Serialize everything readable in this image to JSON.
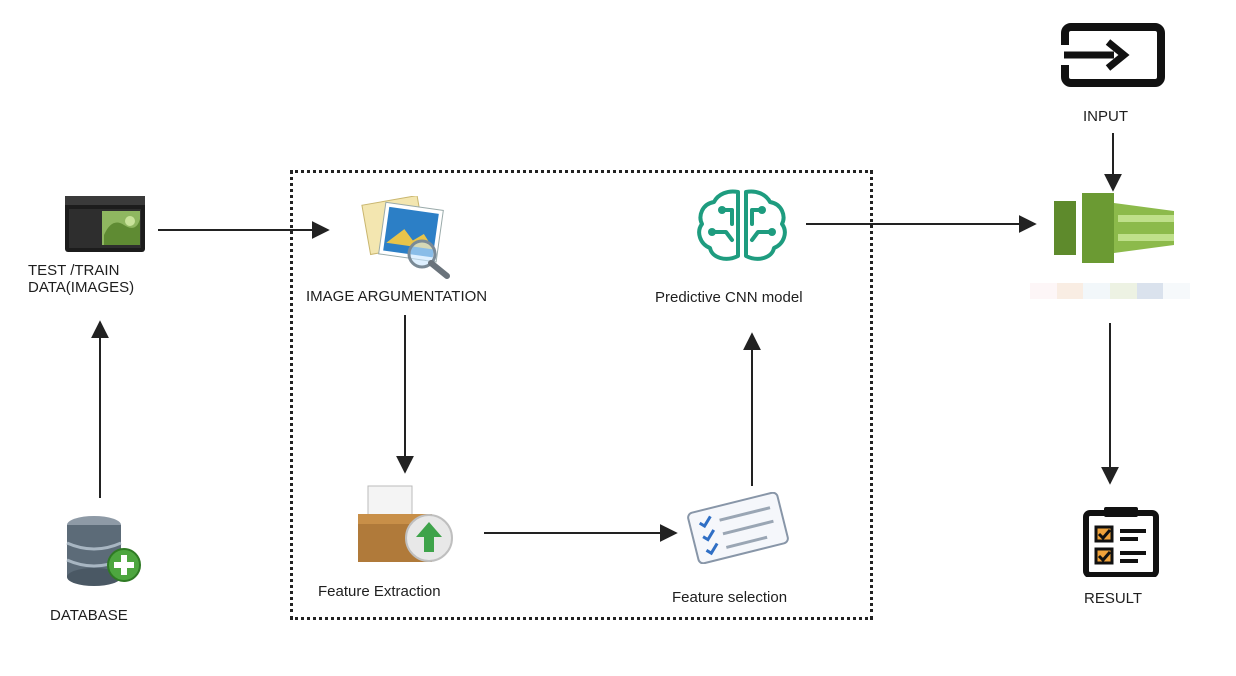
{
  "nodes": {
    "test_train": {
      "label_line1": "TEST /TRAIN",
      "label_line2": "DATA(IMAGES)"
    },
    "database": {
      "label": "DATABASE"
    },
    "image_aug": {
      "label": "IMAGE ARGUMENTATION"
    },
    "feature_extraction": {
      "label": "Feature Extraction"
    },
    "feature_selection": {
      "label": "Feature selection"
    },
    "cnn_model": {
      "label": "Predictive CNN model"
    },
    "input": {
      "label": "INPUT"
    },
    "result": {
      "label": "RESULT"
    }
  },
  "colors": {
    "aws_green": "#6b8e2f",
    "brain_teal": "#1e9c7f",
    "arrow": "#222222"
  },
  "icons": {
    "test_train": "image-thumbnail-icon",
    "database": "database-add-icon",
    "image_aug": "image-gallery-icon",
    "feature_extraction": "box-upload-icon",
    "feature_selection": "checklist-icon",
    "cnn_model": "brain-circuit-icon",
    "input": "input-arrow-icon",
    "processor": "aws-service-icon",
    "result": "clipboard-result-icon"
  }
}
